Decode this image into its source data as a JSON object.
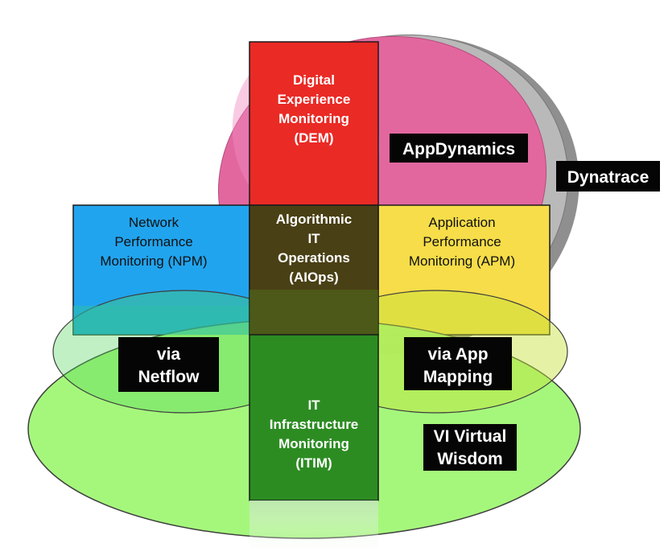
{
  "colors": {
    "dynatrace": "#b9b9b9",
    "appdynamics": "#e2679f",
    "dem": "#ea2a25",
    "npm": "#21a4ee",
    "apm": "#f6dd49",
    "aiops": "#4a4015",
    "itim": "#2c8c22",
    "green_ellipse": "#a4f77a",
    "badge": "#050505"
  },
  "boxes": {
    "dem": {
      "lines": [
        "Digital",
        "Experience",
        "Monitoring",
        "(DEM)"
      ]
    },
    "npm": {
      "lines": [
        "Network",
        "Performance",
        "Monitoring  (NPM)"
      ]
    },
    "aiops": {
      "lines": [
        "Algorithmic",
        "IT",
        "Operations",
        "(AIOps)"
      ]
    },
    "apm": {
      "lines": [
        "Application",
        "Performance",
        "Monitoring (APM)"
      ]
    },
    "itim": {
      "lines": [
        "IT",
        "Infrastructure",
        "Monitoring",
        "(ITIM)"
      ]
    }
  },
  "badges": {
    "appdynamics": {
      "lines": [
        "AppDynamics"
      ]
    },
    "dynatrace": {
      "lines": [
        "Dynatrace"
      ]
    },
    "netflow": {
      "lines": [
        "via",
        "Netflow"
      ]
    },
    "app_mapping": {
      "lines": [
        "via App",
        "Mapping"
      ]
    },
    "virtual_wisdom": {
      "lines": [
        "VI Virtual",
        "Wisdom"
      ]
    }
  }
}
